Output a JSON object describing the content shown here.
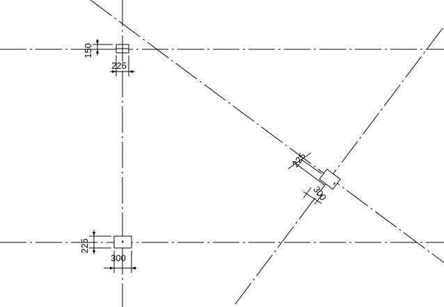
{
  "dimensions": {
    "top_col_offset": "150",
    "top_col_width": "225",
    "bottom_col_depth": "225",
    "bottom_col_width": "300",
    "rot_col_a": "225",
    "rot_col_b": "300"
  }
}
